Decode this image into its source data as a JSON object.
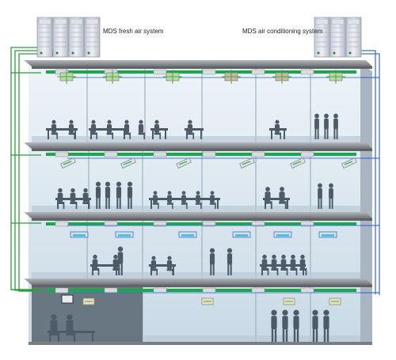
{
  "labels": {
    "fresh_air": "MDS fresh air system",
    "air_conditioning": "MDS air conditioning system"
  },
  "colors": {
    "fresh_air_pipe": "#2e9b3c",
    "ac_pipe": "#3f6fd0",
    "floor_slab": "#8c8f93",
    "duct": "#1aa84a",
    "room_glass": "#dbe9f2",
    "silhouette": "#4d5a68"
  },
  "building": {
    "floors": 4,
    "units": [
      {
        "name": "fresh-air-outdoor-unit",
        "modules": 4
      },
      {
        "name": "ac-outdoor-unit",
        "modules": 3
      }
    ]
  }
}
